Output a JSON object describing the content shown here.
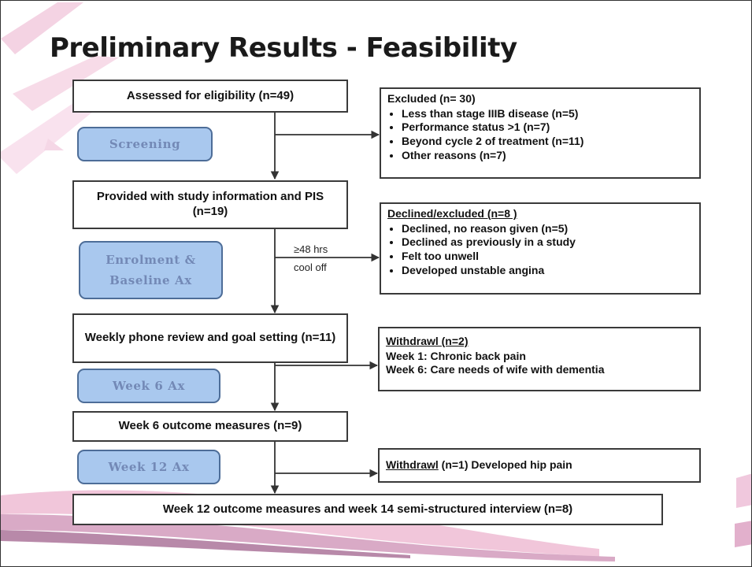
{
  "title": "Preliminary Results - Feasibility",
  "flow": {
    "assessed": "Assessed for eligibility (n=49)",
    "provided": "Provided with study information and PIS (n=19)",
    "weekly": "Weekly phone review and goal setting (n=11)",
    "week6_outcome": "Week 6 outcome measures (n=9)",
    "week12_outcome": "Week 12 outcome measures and week 14 semi-structured interview (n=8)"
  },
  "stages": {
    "screening": "Screening",
    "enrolment": "Enrolment &",
    "baseline": "Baseline Ax",
    "week6": "Week 6 Ax",
    "week12": "Week 12 Ax"
  },
  "cool_off": {
    "line1": "≥48 hrs",
    "line2": "cool off"
  },
  "excluded": {
    "header": "Excluded (n= 30)",
    "items": [
      "Less than stage IIIB disease (n=5)",
      "Performance status >1 (n=7)",
      "Beyond cycle 2 of treatment (n=11)",
      "Other reasons (n=7)"
    ]
  },
  "declined": {
    "header": "Declined/excluded (n=8 )",
    "items": [
      "Declined, no reason given (n=5)",
      "Declined as previously in a study",
      "Felt too unwell",
      "Developed unstable angina"
    ]
  },
  "withdrawal1": {
    "header": "Withdrawl (n=2)",
    "lines": [
      "Week 1: Chronic back pain",
      "Week 6: Care needs of wife with dementia"
    ]
  },
  "withdrawal2": {
    "word": "Withdrawl",
    "rest": " (n=1) Developed hip pain"
  },
  "colors": {
    "stage_fill": "#a9c8ee",
    "stage_border": "#4d6d98",
    "stage_text": "#7389b6",
    "box_border": "#3a3a3a",
    "decor_pink": "#f1c6da",
    "decor_purple": "#b889a9"
  }
}
